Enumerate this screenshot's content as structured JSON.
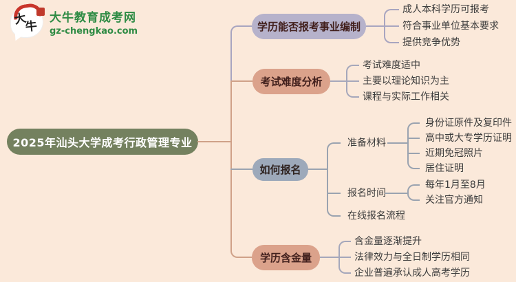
{
  "logo": {
    "bubble_chars": [
      "大",
      "牛"
    ],
    "title": "大牛教育成考网",
    "url": "gz-chengkao.com"
  },
  "colors": {
    "background": "#fbe9da",
    "root_fill": "#74815f",
    "root_text": "#ffffff",
    "branch1_fill": "#b6b2cb",
    "branch2_fill": "#dba28b",
    "branch3_fill": "#9da9ba",
    "branch4_fill": "#dba28b",
    "branch_text": "#42201d",
    "leaf_text": "#3d3d3d",
    "trunk_line": "#cfa188",
    "lavender_line": "#a8a5c0",
    "gray_line": "#9aa3b0",
    "logo_green": "#2e8b44",
    "logo_red": "#c9352b"
  },
  "mindmap": {
    "root": {
      "label": "2025年汕头大学成考行政管理专业"
    },
    "branches": [
      {
        "label": "学历能否报考事业编制",
        "children": [
          {
            "label": "成人本科学历可报考"
          },
          {
            "label": "符合事业单位基本要求"
          },
          {
            "label": "提供竞争优势"
          }
        ]
      },
      {
        "label": "考试难度分析",
        "children": [
          {
            "label": "考试难度适中"
          },
          {
            "label": "主要以理论知识为主"
          },
          {
            "label": "课程与实际工作相关"
          }
        ]
      },
      {
        "label": "如何报名",
        "children": [
          {
            "label": "准备材料",
            "children": [
              {
                "label": "身份证原件及复印件"
              },
              {
                "label": "高中或大专学历证明"
              },
              {
                "label": "近期免冠照片"
              },
              {
                "label": "居住证明"
              }
            ]
          },
          {
            "label": "报名时间",
            "children": [
              {
                "label": "每年1月至8月"
              },
              {
                "label": "关注官方通知"
              }
            ]
          },
          {
            "label": "在线报名流程",
            "children": []
          }
        ]
      },
      {
        "label": "学历含金量",
        "children": [
          {
            "label": "含金量逐渐提升"
          },
          {
            "label": "法律效力与全日制学历相同"
          },
          {
            "label": "企业普遍承认成人高考学历"
          }
        ]
      }
    ]
  }
}
